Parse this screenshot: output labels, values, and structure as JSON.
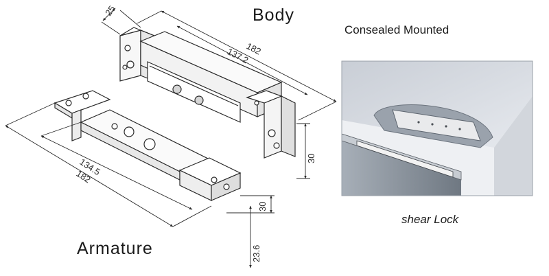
{
  "labels": {
    "body": "Body",
    "armature": "Armature",
    "mount_title": "Consealed Mounted",
    "caption": "shear Lock"
  },
  "dimensions": {
    "body_width": "25",
    "body_length": "182",
    "body_inner_length": "137.2",
    "body_height": "30",
    "armature_length": "182",
    "armature_inner_length": "134.5",
    "armature_height": "30",
    "armature_depth": "23.6"
  },
  "colors": {
    "line": "#2a2a2a",
    "part_fill": "#f4f4f4",
    "photo_wall": "#d9dde3",
    "photo_door": "#8d96a0"
  }
}
